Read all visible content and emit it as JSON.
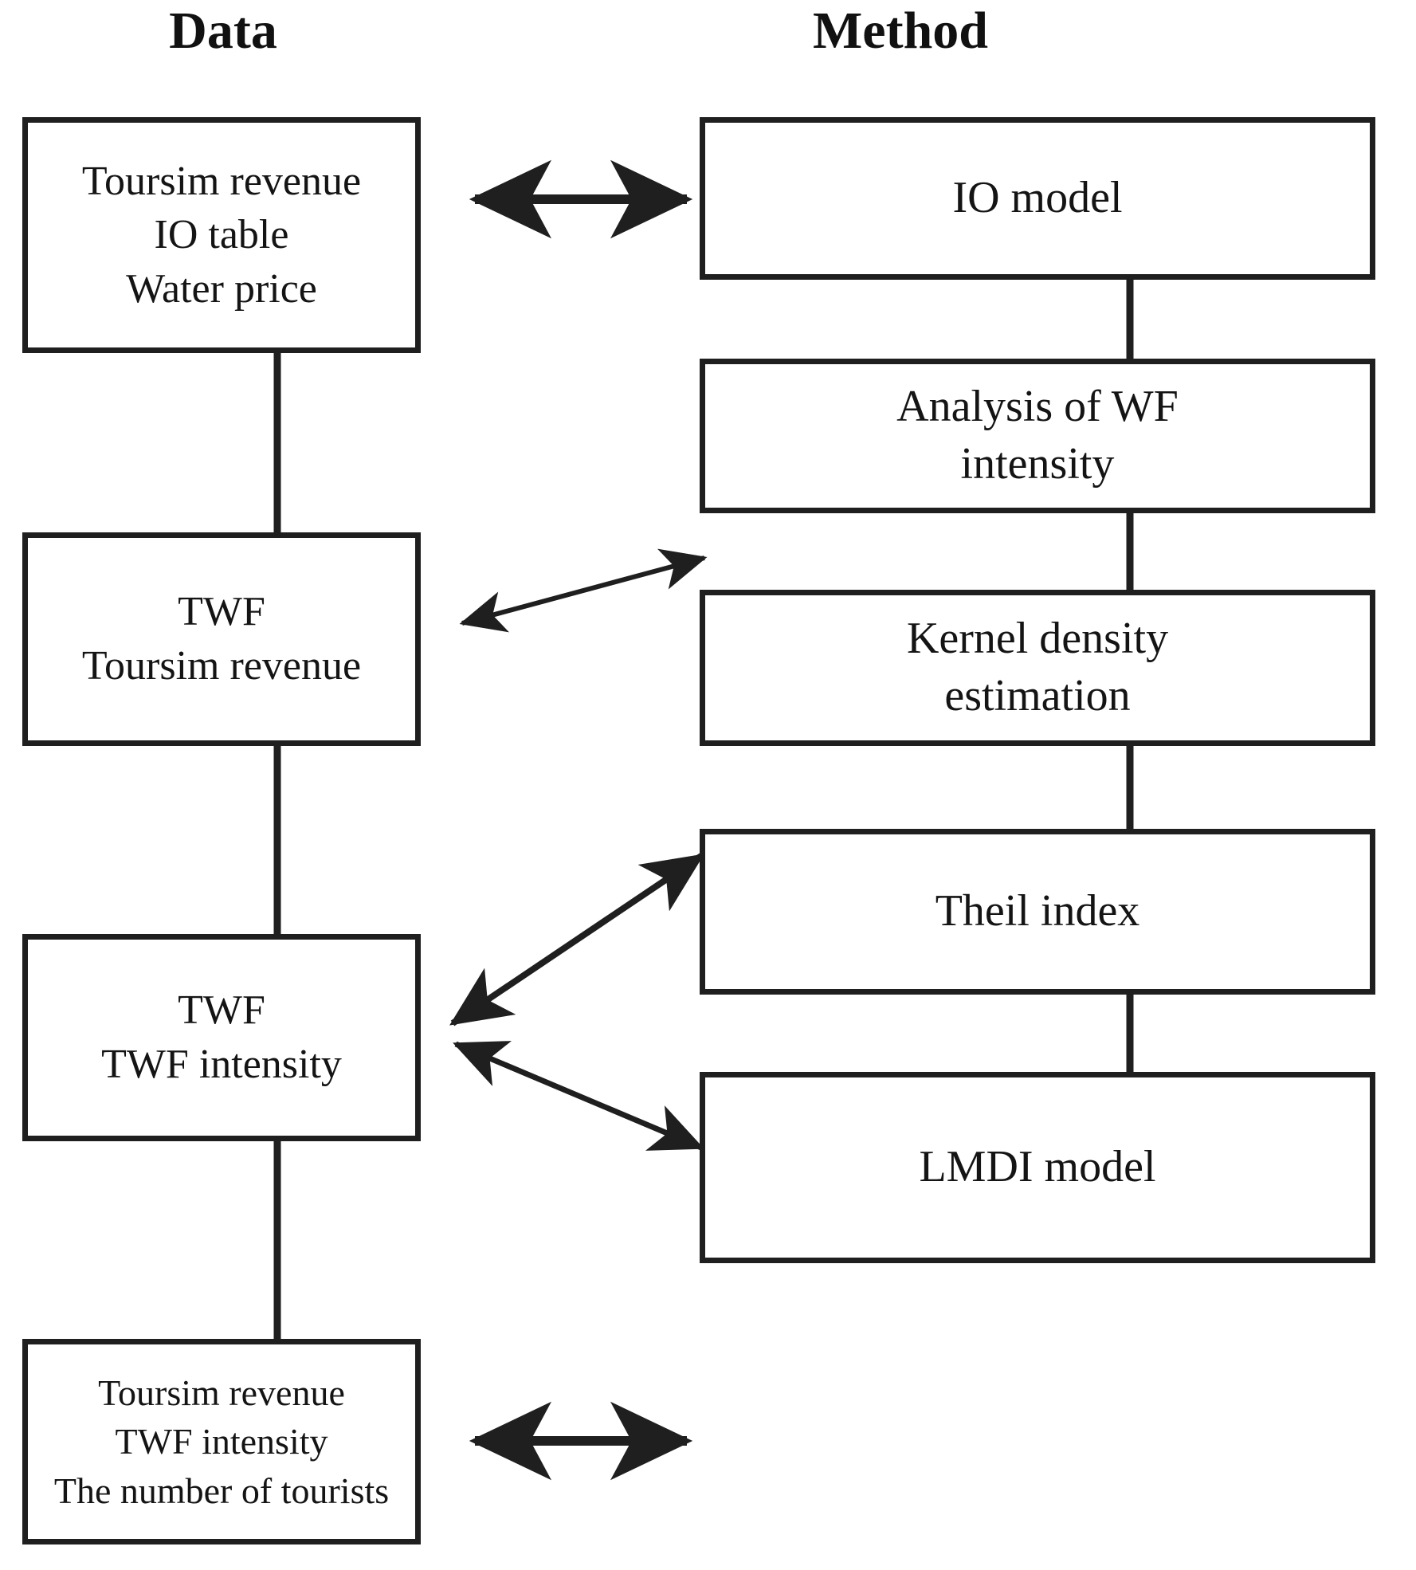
{
  "headers": {
    "left": "Data",
    "right": "Method"
  },
  "colors": {
    "stroke": "#1f1f1f",
    "text": "#141414",
    "background": "#ffffff"
  },
  "data_column": {
    "boxes": [
      {
        "id": "data-1",
        "lines": [
          "Toursim revenue",
          "IO table",
          "Water price"
        ]
      },
      {
        "id": "data-2",
        "lines": [
          "TWF",
          "Toursim revenue"
        ]
      },
      {
        "id": "data-3",
        "lines": [
          "TWF",
          "TWF intensity"
        ]
      },
      {
        "id": "data-4",
        "lines": [
          "Toursim revenue",
          "TWF intensity",
          "The number of tourists"
        ]
      }
    ]
  },
  "method_column": {
    "boxes": [
      {
        "id": "method-1",
        "lines": [
          "IO model"
        ]
      },
      {
        "id": "method-2",
        "lines": [
          "Analysis of WF",
          "intensity"
        ]
      },
      {
        "id": "method-3",
        "lines": [
          "Kernel density",
          "estimation"
        ]
      },
      {
        "id": "method-4",
        "lines": [
          "Theil index"
        ]
      },
      {
        "id": "method-5",
        "lines": [
          "LMDI model"
        ]
      }
    ]
  },
  "connections": [
    {
      "from": "data-1",
      "to": "method-1",
      "style": "bidirectional-thick-horizontal"
    },
    {
      "from": "data-2",
      "to": "method-2",
      "style": "bidirectional-thin-diagonal"
    },
    {
      "from": "data-3",
      "to": "method-3",
      "style": "bidirectional-thin-diagonal"
    },
    {
      "from": "data-3",
      "to": "method-4",
      "style": "bidirectional-thin-diagonal"
    },
    {
      "from": "data-4",
      "to": "method-5",
      "style": "bidirectional-thick-horizontal"
    },
    {
      "from": "data-1",
      "to": "data-2",
      "style": "plain-vertical"
    },
    {
      "from": "data-2",
      "to": "data-3",
      "style": "plain-vertical"
    },
    {
      "from": "data-3",
      "to": "data-4",
      "style": "plain-vertical"
    },
    {
      "from": "method-1",
      "to": "method-2",
      "style": "plain-vertical"
    },
    {
      "from": "method-2",
      "to": "method-3",
      "style": "plain-vertical"
    },
    {
      "from": "method-3",
      "to": "method-4",
      "style": "plain-vertical"
    },
    {
      "from": "method-4",
      "to": "method-5",
      "style": "plain-vertical"
    }
  ]
}
